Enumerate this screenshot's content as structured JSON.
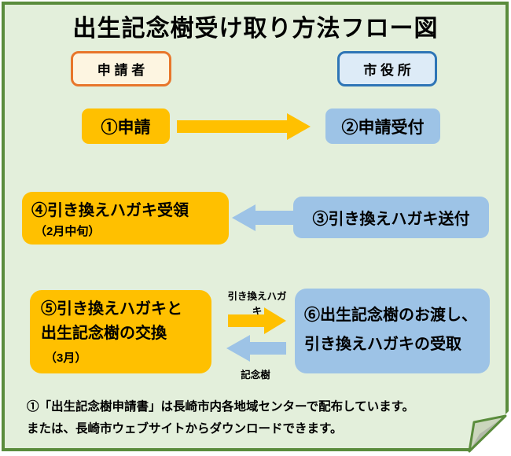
{
  "title": "出生記念樹受け取り方法フロー図",
  "columns": {
    "applicant": "申 請 者",
    "city_hall": "市 役 所"
  },
  "flow": {
    "step1": "①申請",
    "step2": "②申請受付",
    "step3": "③引き換えハガキ送付",
    "step4": {
      "line1": "④引き換えハガキ受領",
      "line2": "（2月中旬）"
    },
    "step5": {
      "line1": "⑤引き換えハガキと",
      "line2": "出生記念樹の交換",
      "line3": "（3月）"
    },
    "step6": {
      "line1": "⑥出生記念樹のお渡し、",
      "line2": "引き換えハガキの受取"
    },
    "exchange_labels": {
      "to_city_hall": "引き換えハガキ",
      "to_applicant": "記念樹"
    }
  },
  "footnote": {
    "line1": "①「出生記念樹申請書」は長崎市内各地域センターで配布しています。",
    "line2": "または、長崎市ウェブサイトからダウンロードできます。"
  },
  "colors": {
    "sheet_background": "#E3EFDB",
    "sheet_border": "#5A8C3C",
    "applicant_header_fill": "#FDF5E1",
    "applicant_header_border": "#E8762B",
    "city_hall_header_fill": "#DDEBF7",
    "city_hall_header_border": "#2E75B6",
    "applicant_step_fill": "#FFC000",
    "city_hall_step_fill": "#9DC3E6",
    "text": "#000000"
  }
}
